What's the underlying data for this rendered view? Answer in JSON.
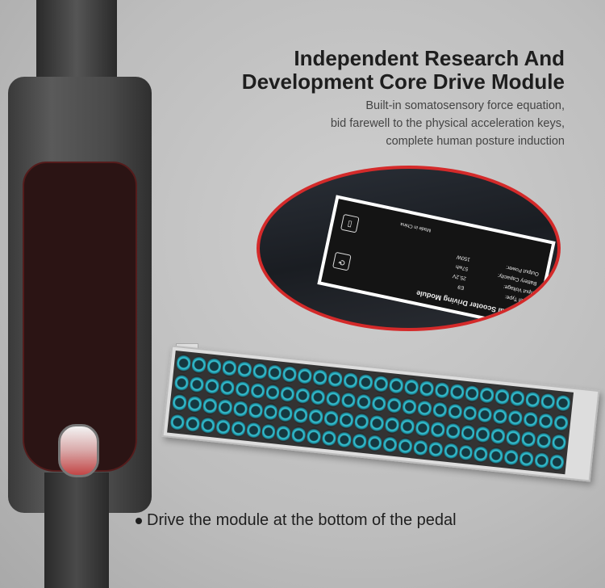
{
  "heading": {
    "line1": "Independent Research And",
    "line2": "Development Core Drive Module"
  },
  "subheading": [
    "Built-in somatosensory force equation,",
    "bid farewell to the physical acceleration keys,",
    "complete human posture induction"
  ],
  "module_label": {
    "title": "Electrical Scooter Driving Module",
    "rows": [
      {
        "label": "Model Type:",
        "value": "E9"
      },
      {
        "label": "Input Voltage:",
        "value": "25.2V"
      },
      {
        "label": "Battery Capacity:",
        "value": "57wh"
      },
      {
        "label": "Output Power:",
        "value": "150W"
      }
    ],
    "origin": "Made in China"
  },
  "caption": "Drive the module at the bottom of the pedal",
  "colors": {
    "accent_ring": "#d42a2a",
    "cell_glow": "#3ac8d8",
    "pad": "#2b1414"
  }
}
